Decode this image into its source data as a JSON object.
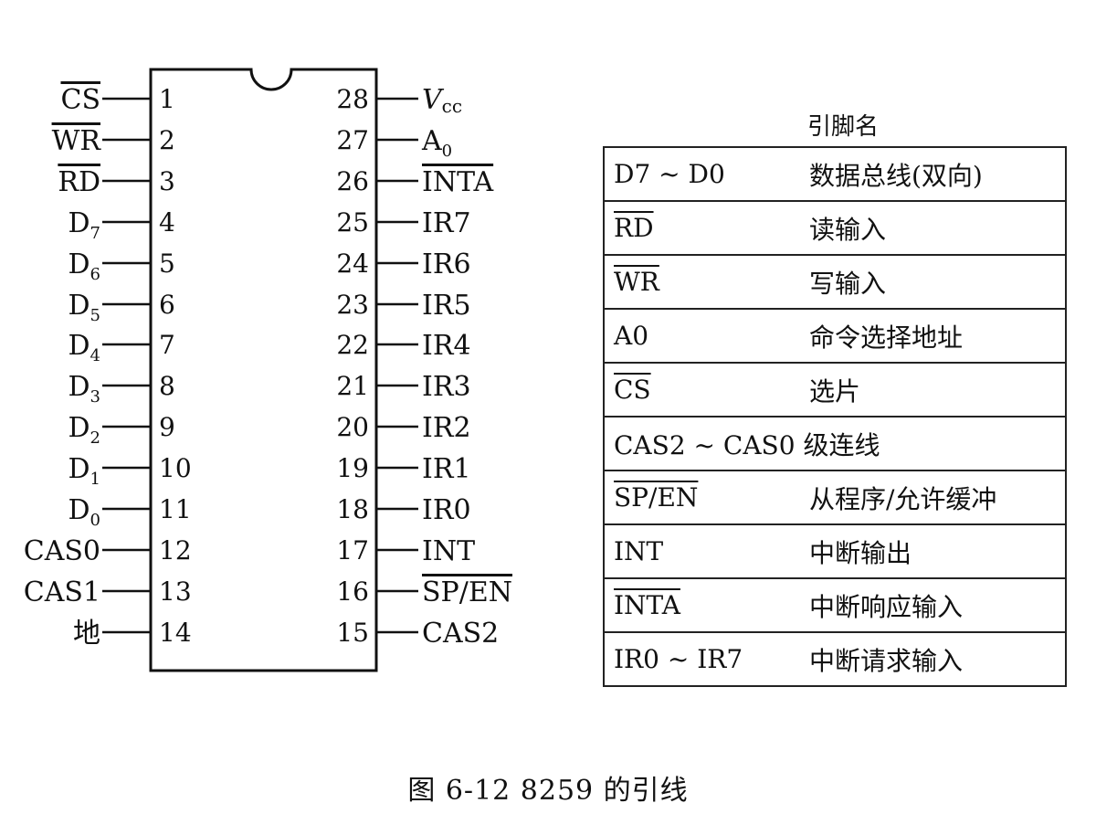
{
  "chip": {
    "left_pins": [
      {
        "num": "1",
        "label": "CS",
        "overline": true
      },
      {
        "num": "2",
        "label": "WR",
        "overline": true
      },
      {
        "num": "3",
        "label": "RD",
        "overline": true
      },
      {
        "num": "4",
        "label": "D7",
        "overline": false
      },
      {
        "num": "5",
        "label": "D6",
        "overline": false
      },
      {
        "num": "6",
        "label": "D5",
        "overline": false
      },
      {
        "num": "7",
        "label": "D4",
        "overline": false
      },
      {
        "num": "8",
        "label": "D3",
        "overline": false
      },
      {
        "num": "9",
        "label": "D2",
        "overline": false
      },
      {
        "num": "10",
        "label": "D1",
        "overline": false
      },
      {
        "num": "11",
        "label": "D0",
        "overline": false
      },
      {
        "num": "12",
        "label": "CAS0",
        "overline": false
      },
      {
        "num": "13",
        "label": "CAS1",
        "overline": false
      },
      {
        "num": "14",
        "label": "地",
        "overline": false
      }
    ],
    "right_pins": [
      {
        "num": "28",
        "label": "Vcc",
        "overline": false
      },
      {
        "num": "27",
        "label": "A0",
        "overline": false
      },
      {
        "num": "26",
        "label": "INTA",
        "overline": true
      },
      {
        "num": "25",
        "label": "IR7",
        "overline": false
      },
      {
        "num": "24",
        "label": "IR6",
        "overline": false
      },
      {
        "num": "23",
        "label": "IR5",
        "overline": false
      },
      {
        "num": "22",
        "label": "IR4",
        "overline": false
      },
      {
        "num": "21",
        "label": "IR3",
        "overline": false
      },
      {
        "num": "20",
        "label": "IR2",
        "overline": false
      },
      {
        "num": "19",
        "label": "IR1",
        "overline": false
      },
      {
        "num": "18",
        "label": "IR0",
        "overline": false
      },
      {
        "num": "17",
        "label": "INT",
        "overline": false
      },
      {
        "num": "16",
        "label": "SP/EN",
        "overline": true
      },
      {
        "num": "15",
        "label": "CAS2",
        "overline": false
      }
    ]
  },
  "table": {
    "title": "引脚名",
    "rows": [
      {
        "name": "D7 ~ D0",
        "func": "数据总线(双向)"
      },
      {
        "name": "RD",
        "func": "读输入"
      },
      {
        "name": "WR",
        "func": "写输入"
      },
      {
        "name": "A0",
        "func": "命令选择地址"
      },
      {
        "name": "CS",
        "func": "选片"
      },
      {
        "name": "CAS2 ~ CAS0 级连线",
        "func": ""
      },
      {
        "name": "SP/EN",
        "func": "从程序/允许缓冲"
      },
      {
        "name": "INT",
        "func": "中断输出"
      },
      {
        "name": "INTA",
        "func": "中断响应输入"
      },
      {
        "name": "IR0 ~ IR7",
        "func": "中断请求输入"
      }
    ]
  },
  "caption": "图 6-12   8259 的引线"
}
